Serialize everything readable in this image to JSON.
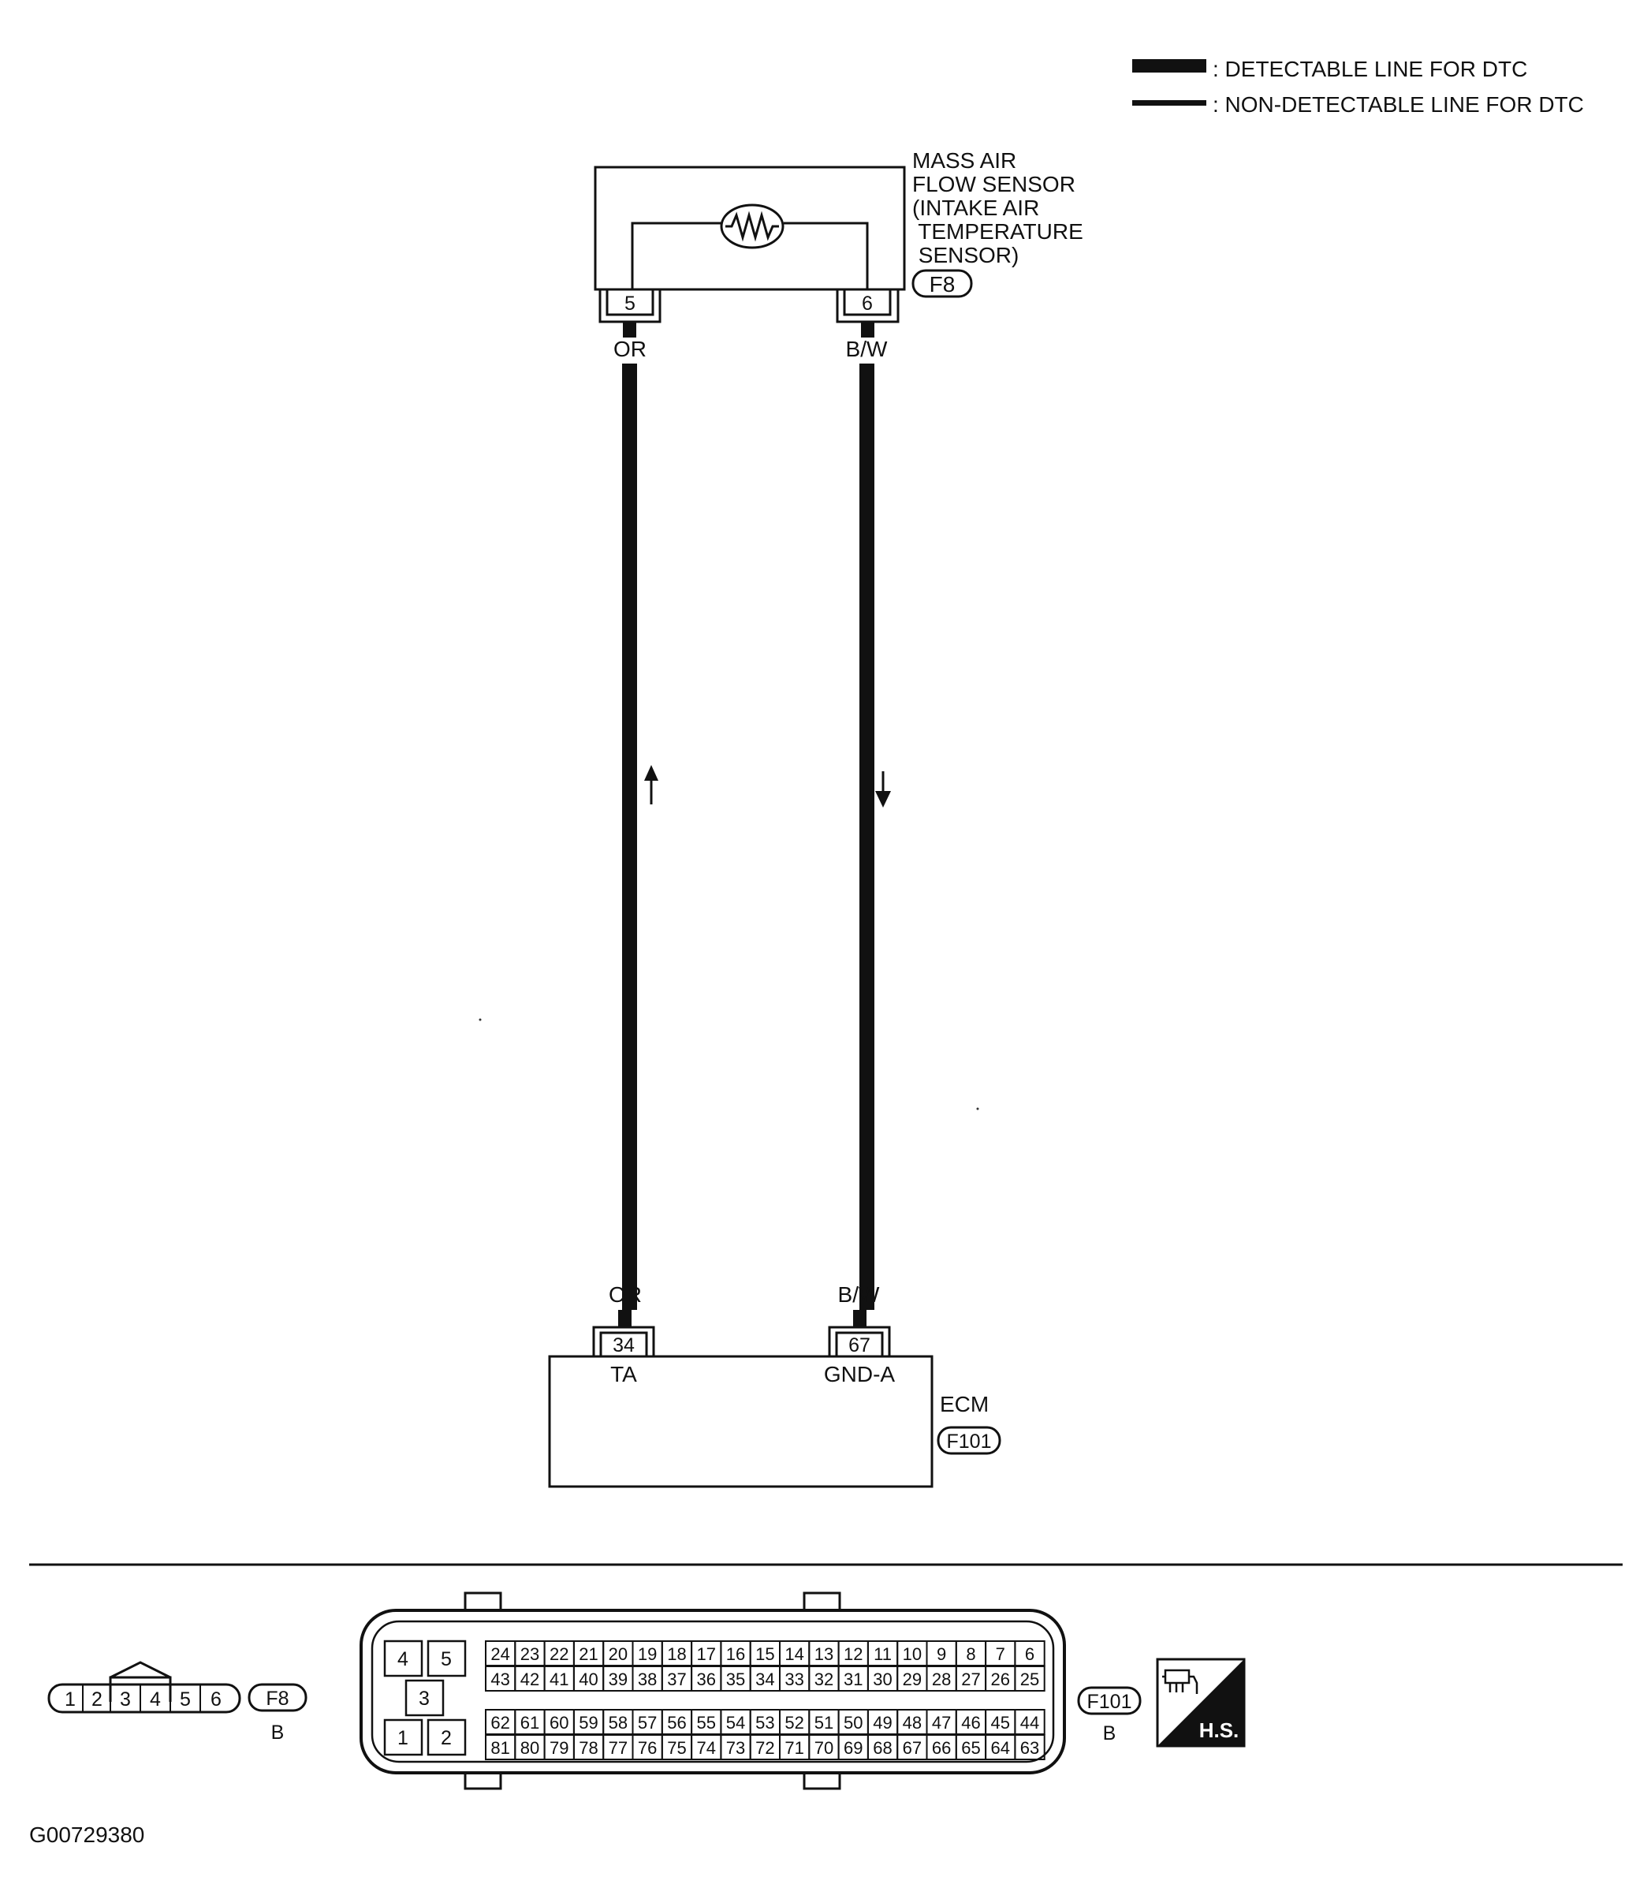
{
  "legend": {
    "detectable_label": ": DETECTABLE LINE FOR DTC",
    "non_detectable_label": ": NON-DETECTABLE LINE FOR DTC"
  },
  "sensor": {
    "name_lines": [
      "MASS AIR",
      "FLOW SENSOR",
      "(INTAKE AIR",
      " TEMPERATURE",
      " SENSOR)"
    ],
    "connector_id": "F8",
    "pin_left": "5",
    "pin_right": "6"
  },
  "wires": {
    "left_color": "OR",
    "right_color": "B/W"
  },
  "ecm": {
    "name": "ECM",
    "connector_id": "F101",
    "pin_left": "34",
    "pin_right": "67",
    "pin_left_label": "TA",
    "pin_right_label": "GND-A"
  },
  "f8_connector": {
    "pins": [
      "1",
      "2",
      "3",
      "4",
      "5",
      "6"
    ],
    "id": "F8",
    "color_code": "B"
  },
  "f101_connector": {
    "id": "F101",
    "color_code": "B",
    "power_pins": [
      "4",
      "5",
      "3",
      "1",
      "2"
    ],
    "row1": [
      "24",
      "23",
      "22",
      "21",
      "20",
      "19",
      "18",
      "17",
      "16",
      "15",
      "14",
      "13",
      "12",
      "11",
      "10",
      "9",
      "8",
      "7",
      "6"
    ],
    "row2": [
      "43",
      "42",
      "41",
      "40",
      "39",
      "38",
      "37",
      "36",
      "35",
      "34",
      "33",
      "32",
      "31",
      "30",
      "29",
      "28",
      "27",
      "26",
      "25"
    ],
    "row3": [
      "62",
      "61",
      "60",
      "59",
      "58",
      "57",
      "56",
      "55",
      "54",
      "53",
      "52",
      "51",
      "50",
      "49",
      "48",
      "47",
      "46",
      "45",
      "44"
    ],
    "row4": [
      "81",
      "80",
      "79",
      "78",
      "77",
      "76",
      "75",
      "74",
      "73",
      "72",
      "71",
      "70",
      "69",
      "68",
      "67",
      "66",
      "65",
      "64",
      "63"
    ]
  },
  "hs_badge": "H.S.",
  "figure_code": "G00729380",
  "colors": {
    "ink": "#111111",
    "paper": "#ffffff"
  }
}
